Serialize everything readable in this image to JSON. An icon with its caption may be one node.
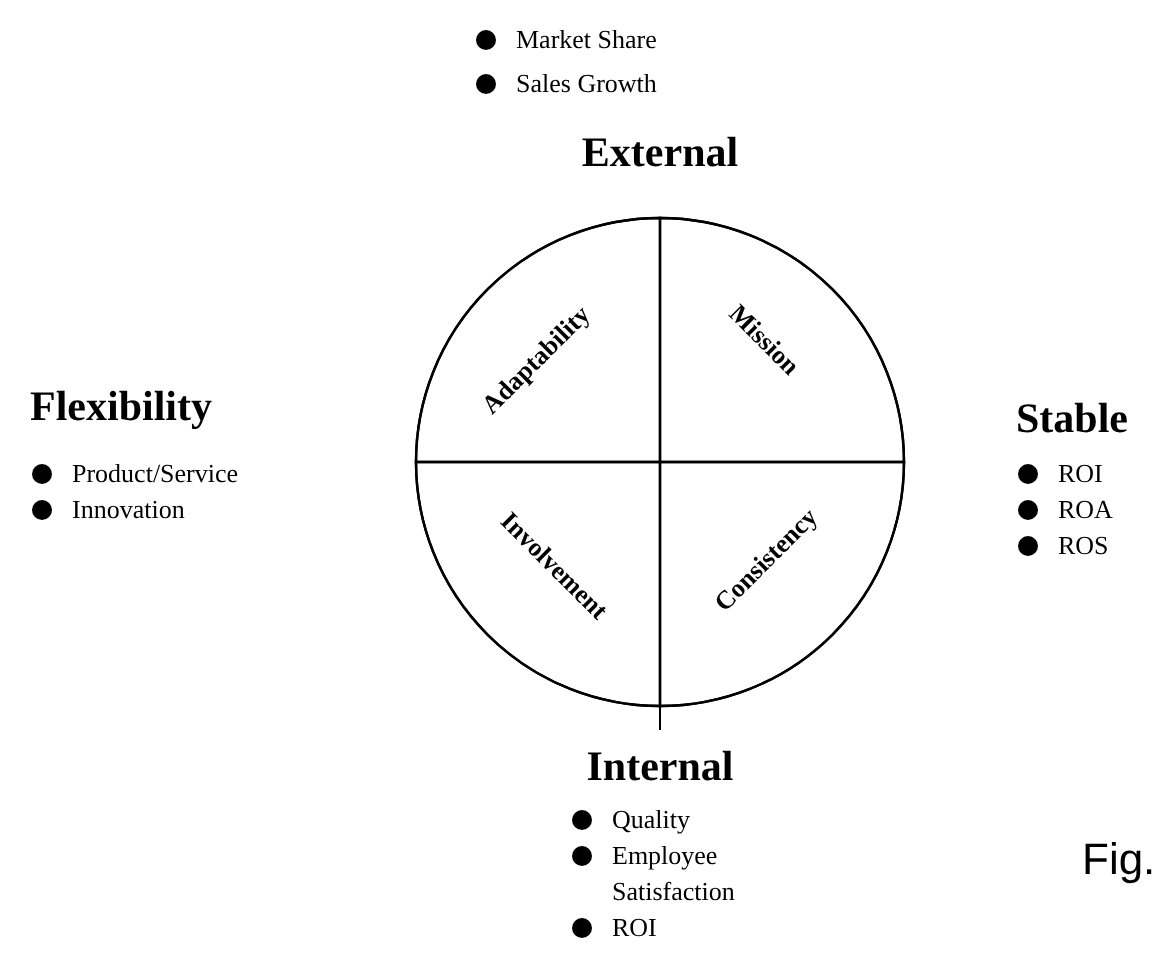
{
  "diagram": {
    "nodes": [
      {
        "text": [],
        "shape": "circle"
      },
      {
        "text": [
          "Adaptability"
        ],
        "in": 0
      },
      {
        "text": [
          "Mission"
        ],
        "in": 0
      },
      {
        "text": [
          "Involvement"
        ],
        "in": 0
      },
      {
        "text": [
          "Consistency"
        ],
        "in": 0
      }
    ],
    "labels": [
      "Market Share",
      "Sales Growth",
      "External",
      "Flexibility",
      "Product/Service",
      "Innovation",
      "Stable",
      "ROI",
      "ROA",
      "ROS",
      "Internal",
      "Quality",
      "Employee Satisfaction",
      "ROI",
      "Fig."
    ]
  }
}
